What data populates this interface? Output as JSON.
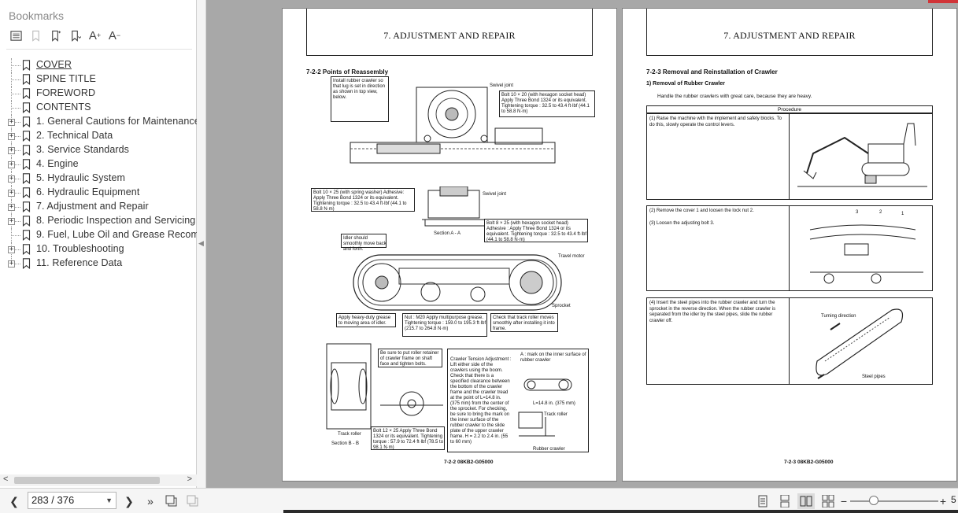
{
  "sidebar": {
    "title": "Bookmarks",
    "toolbar": [
      {
        "name": "outline-list-icon",
        "enabled": true
      },
      {
        "name": "bookmark-delete-icon",
        "enabled": false
      },
      {
        "name": "bookmark-add-icon",
        "enabled": true
      },
      {
        "name": "bookmark-expand-icon",
        "enabled": true
      },
      {
        "name": "text-larger-icon",
        "enabled": true
      },
      {
        "name": "text-smaller-icon",
        "enabled": true
      }
    ],
    "items": [
      {
        "label": "COVER",
        "expandable": false,
        "active": true
      },
      {
        "label": "SPINE TITLE",
        "expandable": false,
        "active": false
      },
      {
        "label": "FOREWORD",
        "expandable": false,
        "active": false
      },
      {
        "label": "CONTENTS",
        "expandable": false,
        "active": false
      },
      {
        "label": "1. General Cautions for Maintenance",
        "expandable": true,
        "active": false
      },
      {
        "label": "2. Technical Data",
        "expandable": true,
        "active": false
      },
      {
        "label": "3. Service Standards",
        "expandable": true,
        "active": false
      },
      {
        "label": "4. Engine",
        "expandable": true,
        "active": false
      },
      {
        "label": "5. Hydraulic System",
        "expandable": true,
        "active": false
      },
      {
        "label": "6. Hydraulic Equipment",
        "expandable": true,
        "active": false
      },
      {
        "label": "7. Adjustment and Repair",
        "expandable": true,
        "active": false
      },
      {
        "label": "8. Periodic Inspection and Servicing",
        "expandable": true,
        "active": false
      },
      {
        "label": "9. Fuel, Lube Oil and Grease Recomm",
        "expandable": false,
        "active": false
      },
      {
        "label": "10. Troubleshooting",
        "expandable": true,
        "active": false
      },
      {
        "label": "11. Reference Data",
        "expandable": true,
        "active": false
      }
    ]
  },
  "left_page": {
    "header": "7. ADJUSTMENT AND REPAIR",
    "section": "7-2-2  Points of Reassembly",
    "notes": {
      "lug": "Install rubber crawler so that lug is set in direction as shown in top view, below.",
      "swivel1": "Swivel joint",
      "bolt1": "Bolt 10 × 20 (with hexagon socket head) Apply Three Bond 1324 or its equivalent. Tightening torque : 32.5 to 43.4 ft·lbf (44.1 to 58.8 N·m)",
      "bolt2": "Bolt 10 × 25 (with spring washer) Adhesive: Apply Three Bond 1324 or its equivalent. Tightening torque : 32.5 to 43.4 ft·lbf (44.1 to 58.8 N·m)",
      "swivel2": "Swivel joint",
      "section_aa": "Section A - A",
      "idler": "Idler should smoothly move back and forth.",
      "bolt3": "Bolt 8 × 25 (with hexagon socket head) Adhesive : Apply Three Bond 1324 or its equivalent. Tightening torque : 32.5 to 43.4 ft·lbf (44.1 to 58.8 N·m)",
      "travel_motor": "Travel motor",
      "sprocket": "Sprocket",
      "grease": "Apply heavy-duty grease to moving area of idler.",
      "nut": "Nut : M20 Apply multipurpose grease. Tightening torque : 159.0 to 195.3 ft·lbf (215.7 to 264.8 N·m)",
      "track_roller_check": "Check that track roller moves smoothly after installing it into frame.",
      "retainer": "Be sure to put roller retainer of crawler frame on shaft face and tighten bolts.",
      "tension": "Crawler Tension Adjustment : Lift either side of the crawlers using the boom. Check that there is a specified clearance between the bottom of the crawler frame and the crawler tread at the point of L=14.8 in. (375 mm) from the center of the sprocket. For checking, be sure to bring the mark on the inner surface of the rubber crawler to the slide plate of the upper crawler frame. H = 2.2 to 2.4 in. (55 to 60 mm)",
      "mark_a": "A : mark on the inner surface of rubber crawler",
      "l_value": "L=14.8 in. (375 mm)",
      "track_roller": "Track roller",
      "rubber_crawler": "Rubber crawler",
      "bolt4": "Bolt 12 × 25 Apply Three Bond 1324 or its equivalent. Tightening torque : 57.9 to 72.4 ft·lbf (78.5 to 98.1 N·m)",
      "track_roller2": "Track roller",
      "section_bb": "Section B - B"
    },
    "footer": "7-2-2       08KB2-G05000"
  },
  "right_page": {
    "header": "7. ADJUSTMENT AND REPAIR",
    "section": "7-2-3  Removal and Reinstallation of Crawler",
    "subsection": "1)  Removal of Rubber Crawler",
    "intro": "Handle the rubber crawlers with great care, because they are heavy.",
    "procedure_header": "Procedure",
    "steps": [
      "(1)  Raise the machine with the implement and safety blocks. To do this, slowly operate the control levers.",
      "(2)  Remove the cover 1 and loosen the lock nut 2.",
      "(3)  Loosen the adjusting bolt 3.",
      "(4)  Insert the steel pipes into the rubber crawler and turn the sprocket in the reverse direction. When the rubber crawler is separated from the idler by the steel pipes, slide the rubber crawler off."
    ],
    "callouts": [
      "3",
      "2",
      "1"
    ],
    "turning_direction": "Turning direction",
    "steel_pipes": "Steel pipes",
    "footer": "7-2-3       08KB2-G05000"
  },
  "bottombar": {
    "page_indicator": "283 / 376",
    "zoom": "5"
  },
  "colors": {
    "accent_red": "#d13438",
    "viewer_bg": "#a8a8a8"
  }
}
